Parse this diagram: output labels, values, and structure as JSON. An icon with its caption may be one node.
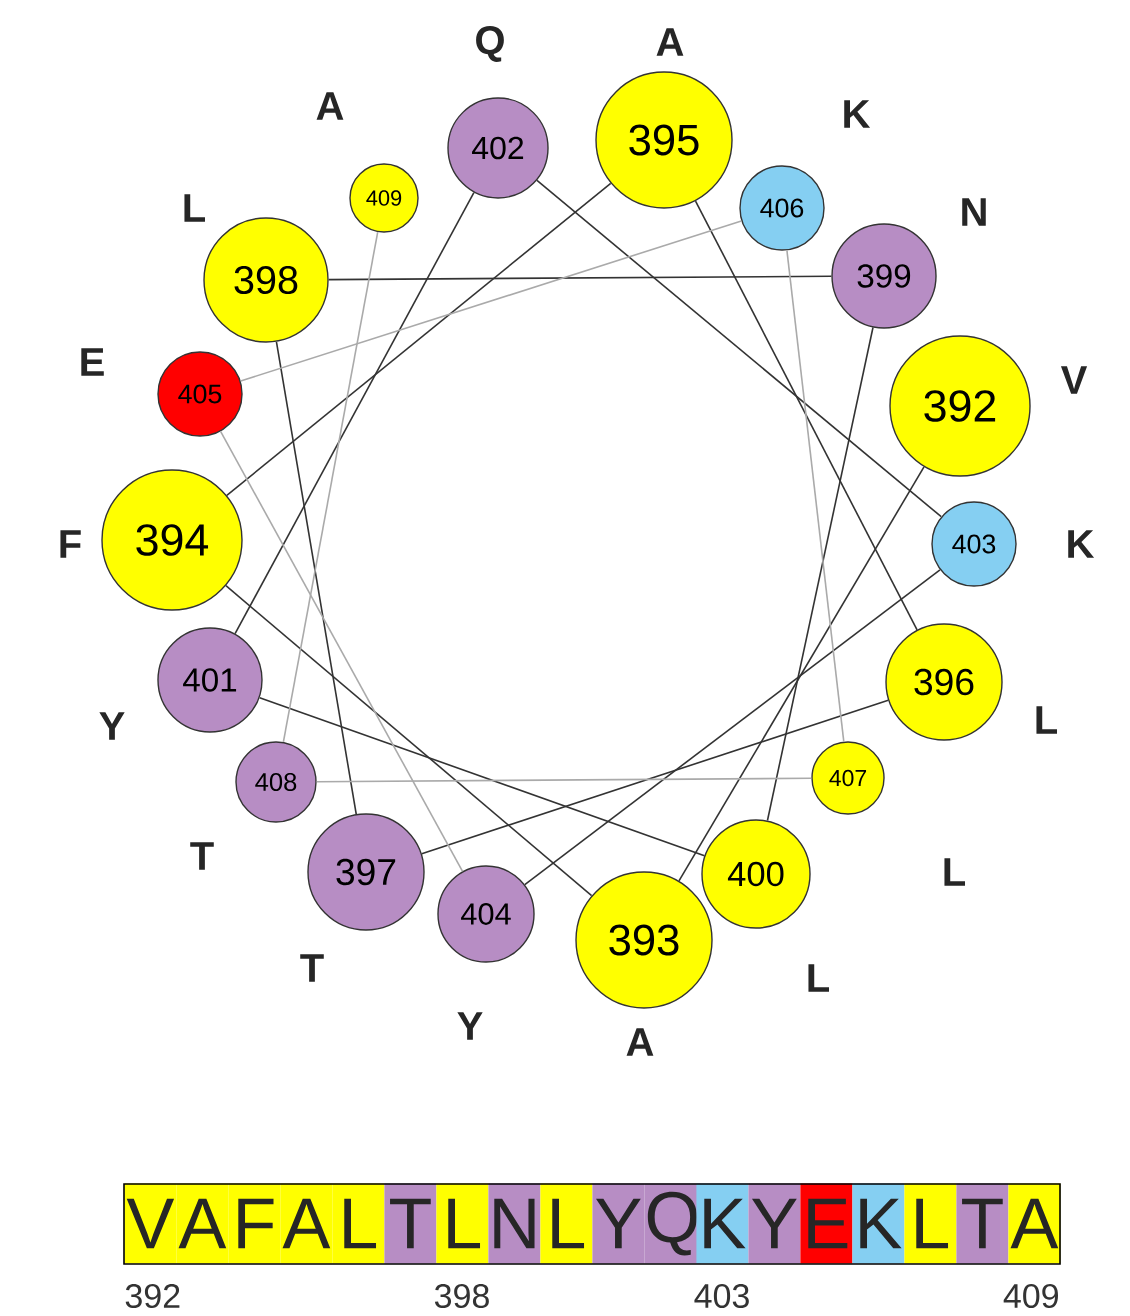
{
  "diagram": {
    "nodes": [
      {
        "text": [
          "392"
        ],
        "beside": [
          "V"
        ]
      },
      {
        "text": [
          "393"
        ],
        "beside": [
          "A"
        ]
      },
      {
        "text": [
          "394"
        ],
        "beside": [
          "F"
        ]
      },
      {
        "text": [
          "395"
        ],
        "beside": [
          "A"
        ]
      },
      {
        "text": [
          "396"
        ],
        "beside": [
          "L"
        ]
      },
      {
        "text": [
          "397"
        ],
        "beside": [
          "T"
        ]
      },
      {
        "text": [
          "398"
        ],
        "beside": [
          "L"
        ]
      },
      {
        "text": [
          "399"
        ],
        "beside": [
          "N"
        ]
      },
      {
        "text": [
          "400"
        ],
        "beside": [
          "L"
        ]
      },
      {
        "text": [
          "401"
        ],
        "beside": [
          "Y"
        ]
      },
      {
        "text": [
          "402"
        ],
        "beside": [
          "Q"
        ]
      },
      {
        "text": [
          "403"
        ],
        "beside": [
          "K"
        ]
      },
      {
        "text": [
          "404"
        ],
        "beside": [
          "Y"
        ]
      },
      {
        "text": [
          "405"
        ],
        "beside": [
          "E"
        ]
      },
      {
        "text": [
          "406"
        ],
        "beside": [
          "K"
        ]
      },
      {
        "text": [
          "407"
        ],
        "beside": [
          "L"
        ]
      },
      {
        "text": [
          "408"
        ],
        "beside": [
          "T"
        ]
      },
      {
        "text": [
          "409"
        ],
        "beside": [
          "A"
        ]
      }
    ],
    "edges": [
      {
        "from": 0,
        "to": 1,
        "arrow": "none"
      },
      {
        "from": 1,
        "to": 2,
        "arrow": "none"
      },
      {
        "from": 2,
        "to": 3,
        "arrow": "none"
      },
      {
        "from": 3,
        "to": 4,
        "arrow": "none"
      },
      {
        "from": 4,
        "to": 5,
        "arrow": "none"
      },
      {
        "from": 5,
        "to": 6,
        "arrow": "none"
      },
      {
        "from": 6,
        "to": 7,
        "arrow": "none"
      },
      {
        "from": 7,
        "to": 8,
        "arrow": "none"
      },
      {
        "from": 8,
        "to": 9,
        "arrow": "none"
      },
      {
        "from": 9,
        "to": 10,
        "arrow": "none"
      },
      {
        "from": 10,
        "to": 11,
        "arrow": "none"
      },
      {
        "from": 11,
        "to": 12,
        "arrow": "none"
      },
      {
        "from": 12,
        "to": 13,
        "arrow": "none",
        "color": "#aaaaaa"
      },
      {
        "from": 13,
        "to": 14,
        "arrow": "none",
        "color": "#aaaaaa"
      },
      {
        "from": 14,
        "to": 15,
        "arrow": "none",
        "color": "#aaaaaa"
      },
      {
        "from": 15,
        "to": 16,
        "arrow": "none",
        "color": "#aaaaaa"
      },
      {
        "from": 16,
        "to": 17,
        "arrow": "none",
        "color": "#aaaaaa"
      }
    ],
    "labels": [
      "V",
      "A",
      "F",
      "A",
      "L",
      "T",
      "L",
      "N",
      "L",
      "Y",
      "Q",
      "K",
      "Y",
      "E",
      "K",
      "L",
      "T",
      "A",
      "392",
      "398",
      "403",
      "409"
    ]
  }
}
